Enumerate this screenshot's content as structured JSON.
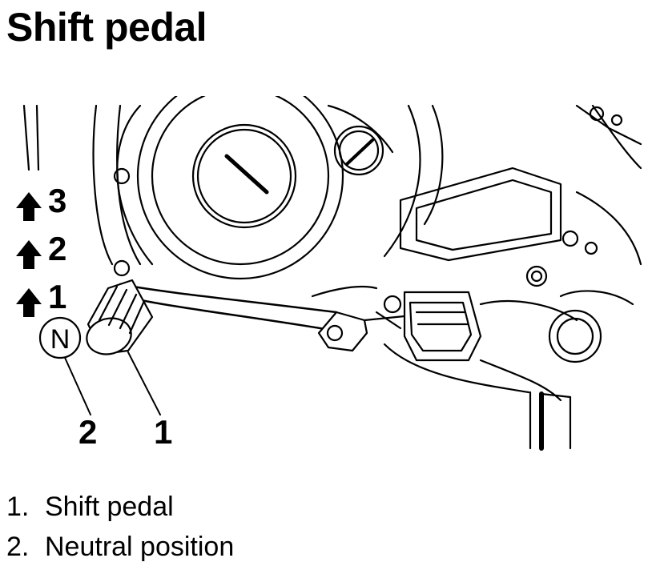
{
  "page": {
    "title": "Shift pedal"
  },
  "illustration": {
    "gear_labels": [
      "3",
      "2",
      "1"
    ],
    "neutral_symbol": "N",
    "callouts": [
      "2",
      "1"
    ]
  },
  "legend": [
    {
      "number": "1.",
      "text": "Shift pedal"
    },
    {
      "number": "2.",
      "text": "Neutral position"
    }
  ]
}
